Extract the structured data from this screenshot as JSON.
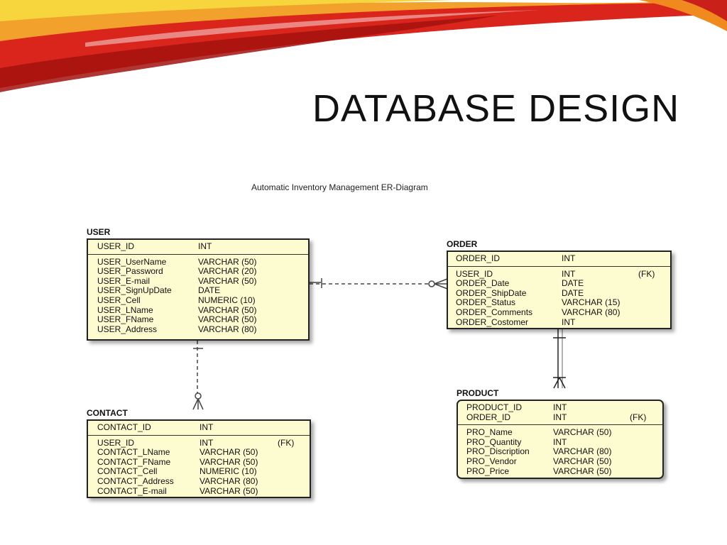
{
  "title": "DATABASE DESIGN",
  "subtitle": "Automatic Inventory Management ER-Diagram",
  "entities": {
    "user": {
      "name": "USER",
      "pk": {
        "field": "USER_ID",
        "type": "INT",
        "key": ""
      },
      "attributes": [
        {
          "field": "USER_UserName",
          "type": "VARCHAR (50)",
          "key": ""
        },
        {
          "field": "USER_Password",
          "type": "VARCHAR (20)",
          "key": ""
        },
        {
          "field": "USER_E-mail",
          "type": "VARCHAR (50)",
          "key": ""
        },
        {
          "field": "USER_SignUpDate",
          "type": "DATE",
          "key": ""
        },
        {
          "field": "USER_Cell",
          "type": "NUMERIC (10)",
          "key": ""
        },
        {
          "field": "USER_LName",
          "type": "VARCHAR (50)",
          "key": ""
        },
        {
          "field": "USER_FName",
          "type": "VARCHAR (50)",
          "key": ""
        },
        {
          "field": "USER_Address",
          "type": "VARCHAR (80)",
          "key": ""
        }
      ]
    },
    "order": {
      "name": "ORDER",
      "pk": {
        "field": "ORDER_ID",
        "type": "INT",
        "key": ""
      },
      "attributes": [
        {
          "field": "USER_ID",
          "type": "INT",
          "key": "(FK)"
        },
        {
          "field": "ORDER_Date",
          "type": "DATE",
          "key": ""
        },
        {
          "field": "ORDER_ShipDate",
          "type": "DATE",
          "key": ""
        },
        {
          "field": "ORDER_Status",
          "type": "VARCHAR (15)",
          "key": ""
        },
        {
          "field": "ORDER_Comments",
          "type": "VARCHAR (80)",
          "key": ""
        },
        {
          "field": "ORDER_Costomer",
          "type": "INT",
          "key": ""
        }
      ]
    },
    "contact": {
      "name": "CONTACT",
      "pk": {
        "field": "CONTACT_ID",
        "type": "INT",
        "key": ""
      },
      "attributes": [
        {
          "field": "USER_ID",
          "type": "INT",
          "key": "(FK)"
        },
        {
          "field": "CONTACT_LName",
          "type": "VARCHAR (50)",
          "key": ""
        },
        {
          "field": "CONTACT_FName",
          "type": "VARCHAR (50)",
          "key": ""
        },
        {
          "field": "CONTACT_Cell",
          "type": "NUMERIC (10)",
          "key": ""
        },
        {
          "field": "CONTACT_Address",
          "type": "VARCHAR (80)",
          "key": ""
        },
        {
          "field": "CONTACT_E-mail",
          "type": "VARCHAR (50)",
          "key": ""
        }
      ]
    },
    "product": {
      "name": "PRODUCT",
      "pk_rows": [
        {
          "field": "PRODUCT_ID",
          "type": "INT",
          "key": ""
        },
        {
          "field": "ORDER_ID",
          "type": "INT",
          "key": "(FK)"
        }
      ],
      "attributes": [
        {
          "field": "PRO_Name",
          "type": "VARCHAR (50)",
          "key": ""
        },
        {
          "field": "PRO_Quantity",
          "type": "INT",
          "key": ""
        },
        {
          "field": "PRO_Discription",
          "type": "VARCHAR (80)",
          "key": ""
        },
        {
          "field": "PRO_Vendor",
          "type": "VARCHAR (50)",
          "key": ""
        },
        {
          "field": "PRO_Price",
          "type": "VARCHAR (50)",
          "key": ""
        }
      ]
    }
  },
  "relationships": [
    {
      "from": "USER",
      "to": "ORDER",
      "style": "non-identifying",
      "from_end": "one",
      "to_end": "zero-or-many"
    },
    {
      "from": "USER",
      "to": "CONTACT",
      "style": "non-identifying",
      "from_end": "one",
      "to_end": "zero-or-many"
    },
    {
      "from": "ORDER",
      "to": "PRODUCT",
      "style": "identifying",
      "from_end": "one",
      "to_end": "one-or-many"
    }
  ],
  "colors": {
    "entity_fill": "#fdfbd0",
    "entity_border": "#222222",
    "swoosh_red": "#d7261e",
    "swoosh_orange": "#f39c12",
    "swoosh_yellow": "#f7dc3a"
  }
}
